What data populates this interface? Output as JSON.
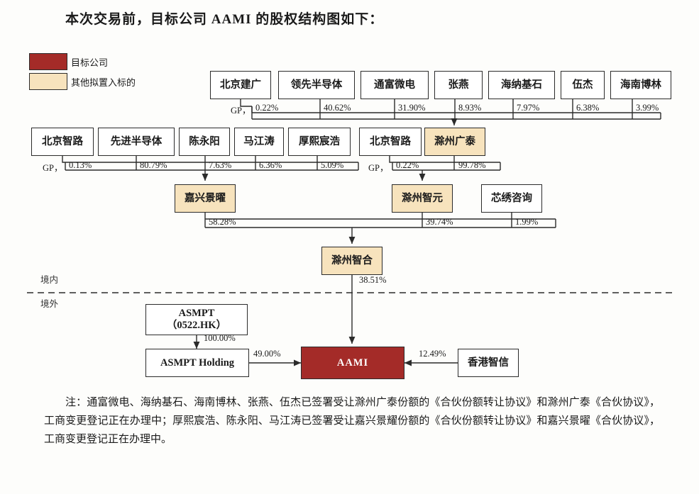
{
  "title": "本次交易前，目标公司 AAMI 的股权结构图如下：",
  "colors": {
    "target_fill": "#a42b28",
    "other_fill": "#f7e3bd",
    "plain_fill": "#ffffff",
    "line": "#2b2b2b"
  },
  "legend": {
    "items": [
      {
        "label": "目标公司",
        "color": "#a42b28"
      },
      {
        "label": "其他拟置入标的",
        "color": "#f7e3bd"
      }
    ]
  },
  "boundary": {
    "domestic_label": "境内",
    "overseas_label": "境外"
  },
  "row1": {
    "nodes": [
      {
        "name": "北京建广",
        "pct": "0.22%",
        "gp": "GP，"
      },
      {
        "name": "领先半导体",
        "pct": "40.62%",
        "gp": ""
      },
      {
        "name": "通富微电",
        "pct": "31.90%",
        "gp": ""
      },
      {
        "name": "张燕",
        "pct": "8.93%",
        "gp": ""
      },
      {
        "name": "海纳基石",
        "pct": "7.97%",
        "gp": ""
      },
      {
        "name": "伍杰",
        "pct": "6.38%",
        "gp": ""
      },
      {
        "name": "海南博林",
        "pct": "3.99%",
        "gp": ""
      }
    ],
    "child": "滁州广泰"
  },
  "row2": {
    "group_a": {
      "nodes": [
        {
          "name": "北京智路",
          "pct": "0.13%",
          "gp": "GP，"
        },
        {
          "name": "先进半导体",
          "pct": "80.79%",
          "gp": ""
        },
        {
          "name": "陈永阳",
          "pct": "7.63%",
          "gp": ""
        },
        {
          "name": "马江涛",
          "pct": "6.36%",
          "gp": ""
        },
        {
          "name": "厚熙宸浩",
          "pct": "5.09%",
          "gp": ""
        }
      ],
      "child": "嘉兴景曜"
    },
    "group_b": {
      "nodes": [
        {
          "name": "北京智路",
          "pct": "0.22%",
          "gp": "GP，"
        },
        {
          "name": "滁州广泰",
          "pct": "99.78%",
          "gp": "",
          "fill": "other"
        }
      ],
      "child": "滁州智元"
    }
  },
  "row3": {
    "nodes": [
      {
        "name": "嘉兴景曜",
        "pct": "58.28%",
        "fill": "other"
      },
      {
        "name": "滁州智元",
        "pct": "39.74%",
        "fill": "other"
      },
      {
        "name": "芯绣咨询",
        "pct": "1.99%",
        "fill": "plain"
      }
    ],
    "child": "滁州智合"
  },
  "row4": {
    "node": {
      "name": "滁州智合",
      "fill": "other"
    },
    "pct_to_aami": "38.51%"
  },
  "offshore": {
    "asmpt_line1": "ASMPT",
    "asmpt_line2": "（0522.HK）",
    "asmpt_to_holding_pct": "100.00%",
    "holding": "ASMPT Holding",
    "holding_to_aami_pct": "49.00%",
    "aami": "AAMI",
    "hk_zhixin": "香港智信",
    "hk_to_aami_pct": "12.49%"
  },
  "footnote": "注：通富微电、海纳基石、海南博林、张燕、伍杰已签署受让滁州广泰份额的《合伙份额转让协议》和滁州广泰《合伙协议》，工商变更登记正在办理中；厚熙宸浩、陈永阳、马江涛已签署受让嘉兴景耀份额的《合伙份额转让协议》和嘉兴景曜《合伙协议》，工商变更登记正在办理中。"
}
